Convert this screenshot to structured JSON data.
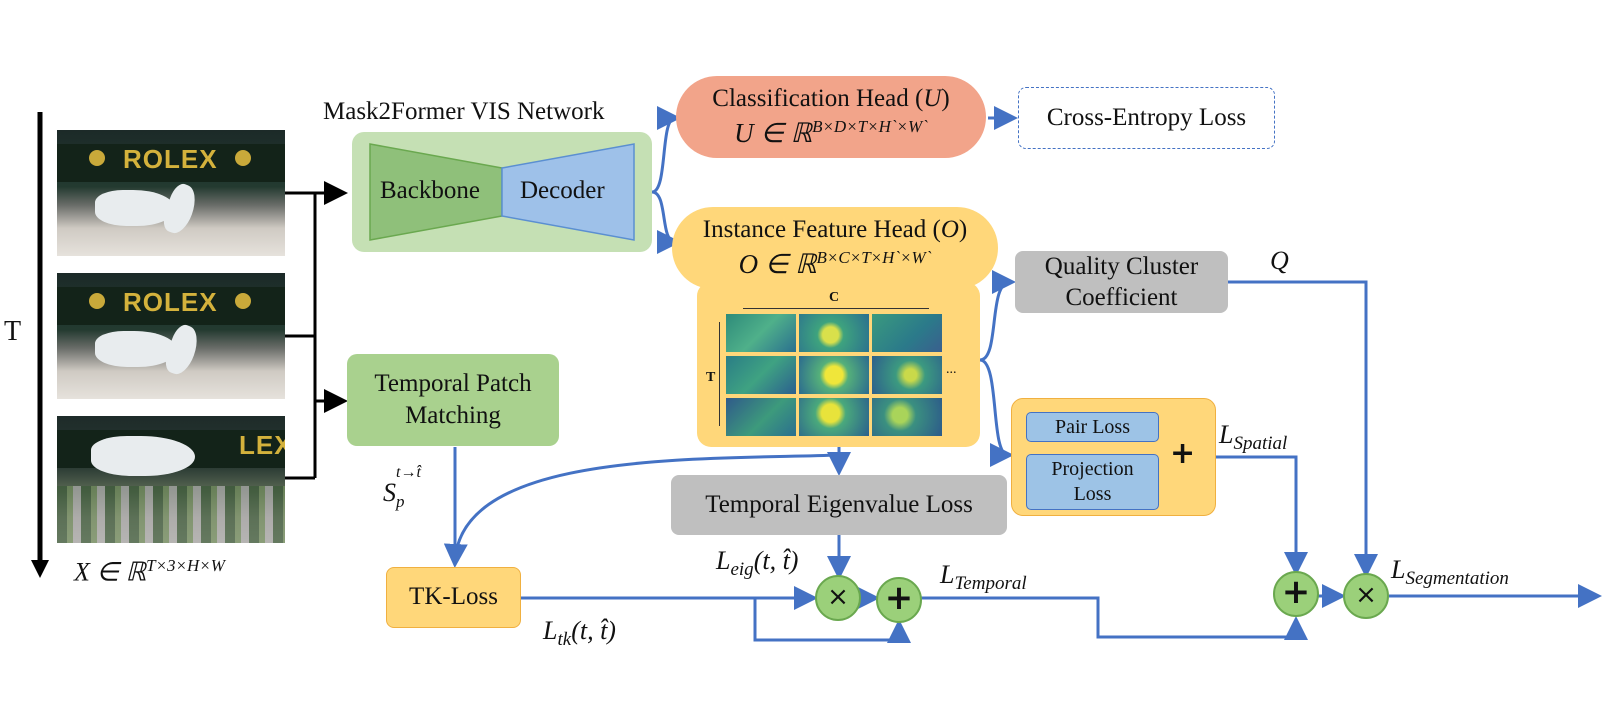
{
  "axis": {
    "t_label": "T",
    "x_input": "X ∈ ℝ",
    "x_input_sup": "T×3×H×W"
  },
  "network": {
    "title": "Mask2Former  VIS Network",
    "backbone": "Backbone",
    "decoder": "Decoder"
  },
  "classification": {
    "title": "Classification Head (",
    "title_var": "U",
    "title_end": ")",
    "formula": "U ∈ ℝ",
    "formula_sup": "B×D×T×H`×W`"
  },
  "cross_entropy": "Cross-Entropy  Loss",
  "instance": {
    "title": "Instance  Feature  Head (",
    "title_var": "O",
    "title_end": ")",
    "formula": "O ∈ ℝ",
    "formula_sup": "B×C×T×H`×W`"
  },
  "feature_grid": {
    "c_label": "C",
    "t_label": "T",
    "ellipsis": "..."
  },
  "quality": {
    "line1": "Quality  Cluster",
    "line2": "Coefficient",
    "output": "Q"
  },
  "temporal_patch": {
    "line1": "Temporal Patch",
    "line2": "Matching",
    "output": "S",
    "output_sub": "p",
    "output_sup": "t→t̂"
  },
  "spatial": {
    "pair": "Pair Loss",
    "projection_line1": "Projection",
    "projection_line2": "Loss",
    "output": "L",
    "output_sub": "Spatial"
  },
  "eigen": {
    "label": "Temporal  Eigenvalue  Loss",
    "output": "L",
    "output_sub": "eig",
    "output_args": "(t, t̂)"
  },
  "tk": {
    "label": "TK-Loss",
    "output": "L",
    "output_sub": "tk",
    "output_args": "(t, t̂)"
  },
  "temporal_out": {
    "label": "L",
    "sub": "Temporal"
  },
  "segmentation_out": {
    "label": "L",
    "sub": "Segmentation"
  },
  "operators": {
    "times": "×",
    "plus": "+"
  },
  "frames": [
    {
      "banner": "ROLEX"
    },
    {
      "banner": "ROLEX"
    },
    {
      "banner": "LEX"
    }
  ]
}
